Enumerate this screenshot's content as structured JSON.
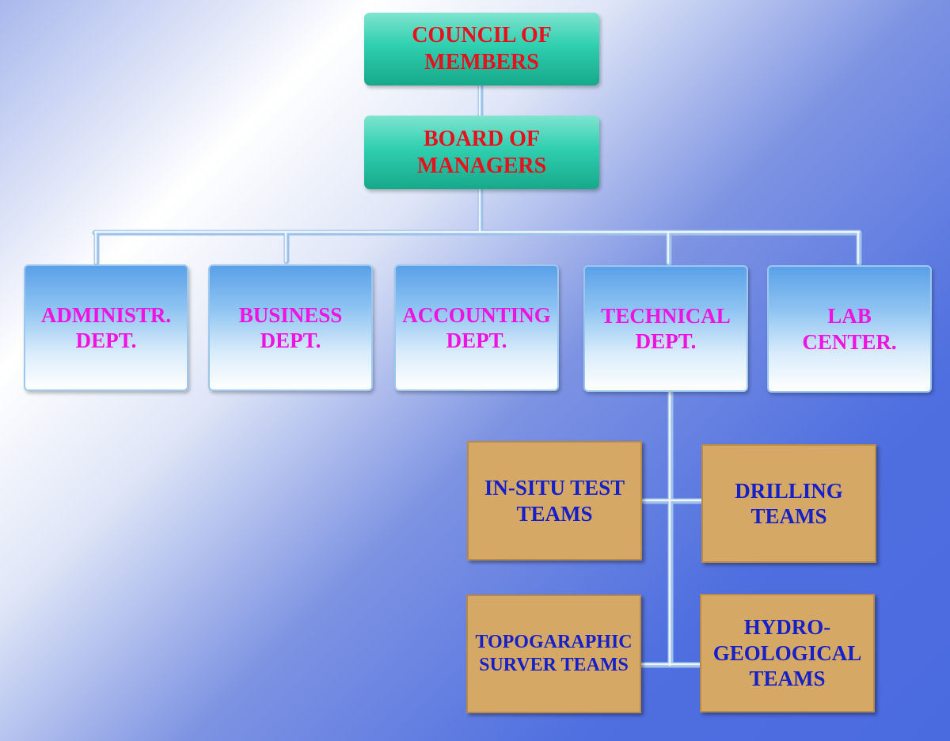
{
  "top": {
    "council": [
      "COUNCIL OF",
      "MEMBERS"
    ],
    "board": [
      "BOARD OF",
      "MANAGERS"
    ]
  },
  "departments": [
    [
      "ADMINISTR.",
      "DEPT."
    ],
    [
      "BUSINESS",
      "DEPT."
    ],
    [
      "ACCOUNTING",
      "DEPT."
    ],
    [
      "TECHNICAL",
      "DEPT."
    ],
    [
      "LAB",
      "CENTER."
    ]
  ],
  "teams": {
    "insitu": [
      "IN-SITU TEST",
      "TEAMS"
    ],
    "drilling": [
      "DRILLING",
      "TEAMS"
    ],
    "topographic": [
      "TOPOGARAPHIC",
      "SURVER TEAMS"
    ],
    "hydro": [
      "HYDRO-",
      "GEOLOGICAL",
      "TEAMS"
    ]
  },
  "colors": {
    "top_fill": "#2fcfb0",
    "top_text": "#e8101c",
    "dept_text": "#f012e0",
    "team_fill": "#d6a865",
    "team_text": "#1620c8",
    "connector": "#bcd6f0"
  }
}
